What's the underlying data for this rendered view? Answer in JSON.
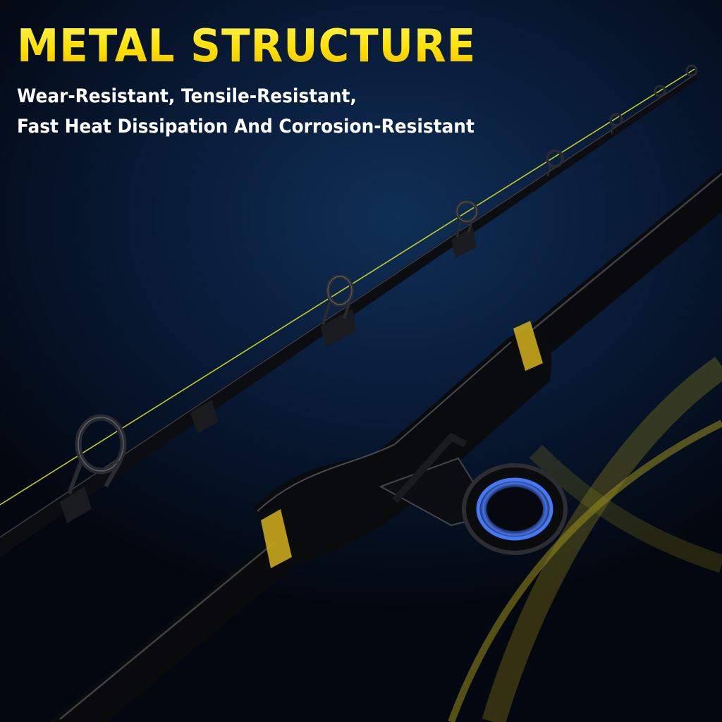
{
  "headline": "METAL STRUCTURE",
  "subheadline": {
    "line1": "Wear-Resistant, Tensile-Resistant,",
    "line2": "Fast Heat Dissipation And Corrosion-Resistant"
  },
  "colors": {
    "headline_yellow": "#ffe81f",
    "fishing_line": "#d8e020",
    "background_navy": "#0a2040",
    "rod_black": "#0b0b0d",
    "guide_ring_blue": "#3a6bff",
    "gold_wrap": "#d4b21c"
  }
}
